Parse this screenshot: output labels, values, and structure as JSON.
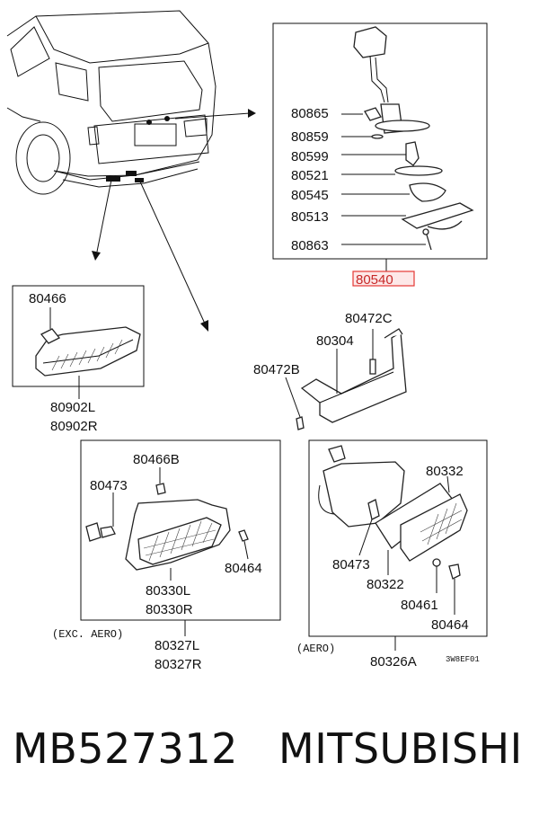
{
  "callouts": {
    "c80865": "80865",
    "c80859": "80859",
    "c80599": "80599",
    "c80521": "80521",
    "c80545": "80545",
    "c80513": "80513",
    "c80863": "80863",
    "c80540": "80540",
    "c80466": "80466",
    "c80902l": "80902L",
    "c80902r": "80902R",
    "c80472c": "80472C",
    "c80304": "80304",
    "c80472b": "80472B",
    "c80466b": "80466B",
    "c80473a": "80473",
    "c80464a": "80464",
    "c80330l": "80330L",
    "c80330r": "80330R",
    "c80327l": "80327L",
    "c80327r": "80327R",
    "c80332": "80332",
    "c80473b": "80473",
    "c80322": "80322",
    "c80461": "80461",
    "c80464b": "80464",
    "c80326a": "80326A"
  },
  "notes": {
    "exc_aero": "(EXC. AERO)",
    "aero": "(AERO)",
    "diagram_code": "3W8EF01"
  },
  "highlight": {
    "part": "80540",
    "color": "#e53935"
  },
  "footer": {
    "part_number": "MB527312",
    "brand": "MITSUBISHI"
  }
}
